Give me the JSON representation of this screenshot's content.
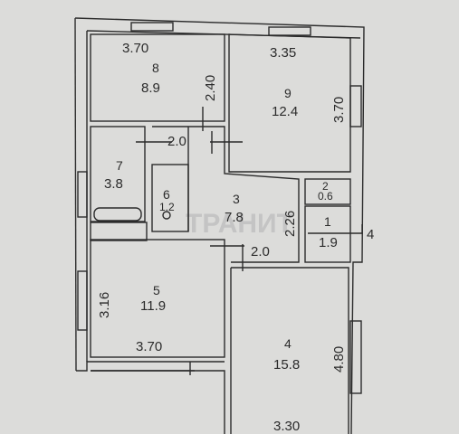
{
  "plan": {
    "rooms": [
      {
        "number": "8",
        "area": "8.9",
        "width": "3.70",
        "depth": "2.40"
      },
      {
        "number": "9",
        "area": "12.4",
        "width": "3.35",
        "depth": "3.70"
      },
      {
        "number": "7",
        "area": "3.8"
      },
      {
        "number": "6",
        "area": "1.2"
      },
      {
        "number": "3",
        "area": "7.8",
        "width": "2.26"
      },
      {
        "number": "2",
        "area": "0.6"
      },
      {
        "number": "1",
        "area": "1.9"
      },
      {
        "number": "5",
        "area": "11.9",
        "width": "3.70",
        "depth": "3.16"
      },
      {
        "number": "4",
        "area": "15.8",
        "width": "3.30",
        "depth": "4.80"
      }
    ],
    "dims": {
      "hall_upper": "2.0",
      "hall_lower": "2.0"
    },
    "axis_marker": "4",
    "watermark": "ТРАНИТ"
  },
  "colors": {
    "paper": "#dcdcda",
    "line": "#2b2b2b"
  }
}
